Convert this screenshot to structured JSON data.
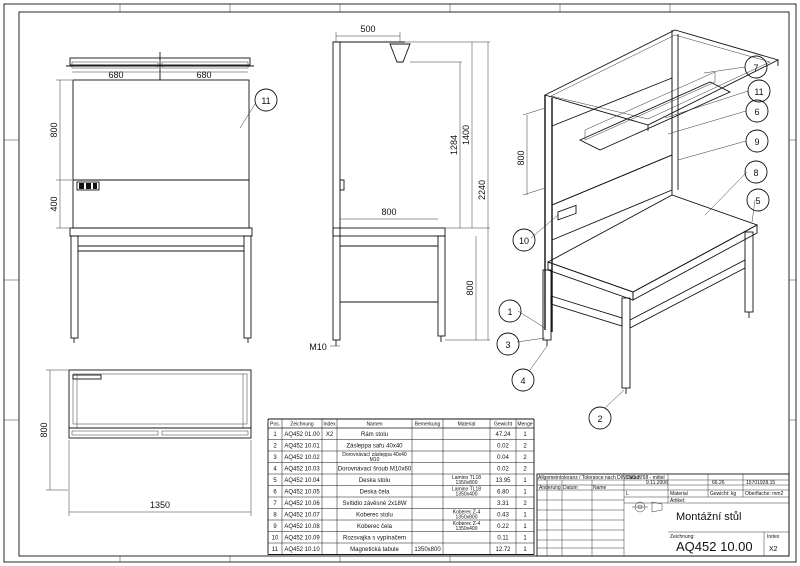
{
  "dimensions": {
    "w680a": "680",
    "w680b": "680",
    "h800a": "800",
    "h400": "400",
    "w500": "500",
    "h1284": "1284",
    "h1400": "1400",
    "h2240": "2240",
    "w800": "800",
    "h800b": "800",
    "m10": "M10",
    "h800c": "800",
    "w1350": "1350",
    "iso800": "800"
  },
  "balloons": [
    "11",
    "7",
    "11",
    "6",
    "9",
    "8",
    "5",
    "10",
    "1",
    "3",
    "4",
    "2"
  ],
  "bom": {
    "headers": [
      "Pos.",
      "Zeichnung",
      "Index",
      "Namen",
      "Bemerkung",
      "Material",
      "Gewicht",
      "Menge"
    ],
    "rows": [
      [
        "1",
        "AQ452 01.00",
        "X2",
        "Rám stolu",
        "",
        "",
        "47.24",
        "1"
      ],
      [
        "2",
        "AQ452 10.01",
        "",
        "Zásleppa sařu 40x40",
        "",
        "",
        "0.02",
        "2"
      ],
      [
        "3",
        "AQ452 10.02",
        "",
        "Dorovnávací zásleppa 40x40 M10",
        "",
        "",
        "0.04",
        "2"
      ],
      [
        "4",
        "AQ452 10.03",
        "",
        "Dorovnávací šroub M10x60",
        "",
        "",
        "0.02",
        "2"
      ],
      [
        "5",
        "AQ452 10.04",
        "",
        "Deska stolu",
        "",
        "Lamino TL18 1350x800",
        "13.95",
        "1"
      ],
      [
        "6",
        "AQ452 10.05",
        "",
        "Deska čela",
        "",
        "Lamino TL18 1350x400",
        "6.80",
        "1"
      ],
      [
        "7",
        "AQ452 10.06",
        "",
        "Svítidlo závěsné 2x18W",
        "",
        "",
        "3.31",
        "2"
      ],
      [
        "8",
        "AQ452 10.07",
        "",
        "Koberec stolu",
        "",
        "Koberec Z-4 1350x800",
        "0.43",
        "1"
      ],
      [
        "9",
        "AQ452 10.08",
        "",
        "Koberec čela",
        "",
        "Koberec Z-4 1350x400",
        "0.22",
        "1"
      ],
      [
        "10",
        "AQ452 10.09",
        "",
        "Rozsvajka s vypínačem",
        "",
        "",
        "0.11",
        "1"
      ],
      [
        "11",
        "AQ452 10.10",
        "",
        "Magnetická tabule",
        "1350x800",
        "",
        "12.72",
        "1"
      ]
    ]
  },
  "titleblock": {
    "small_note": "Allgemeintoleranz / Tolerance nach DIN ISO 2768 - mittel",
    "col_labels": [
      "Anderung",
      "Datum",
      "Name"
    ],
    "datum_label": "Datum",
    "datum_value": "9.11.2006",
    "mass_label": "66.26",
    "sheet_code": "15701928.15",
    "material_label": "Material",
    "gewicht_label": "Gewicht: kg",
    "oberflache_label": "Oberflache: mm2",
    "row_l": "L",
    "artikel_label": "Artikel:",
    "title": "Montážní stůl",
    "zeichnung_label": "Zeichnung:",
    "drawing_number": "AQ452 10.00",
    "index_label": "Index",
    "index_value": "X2"
  }
}
